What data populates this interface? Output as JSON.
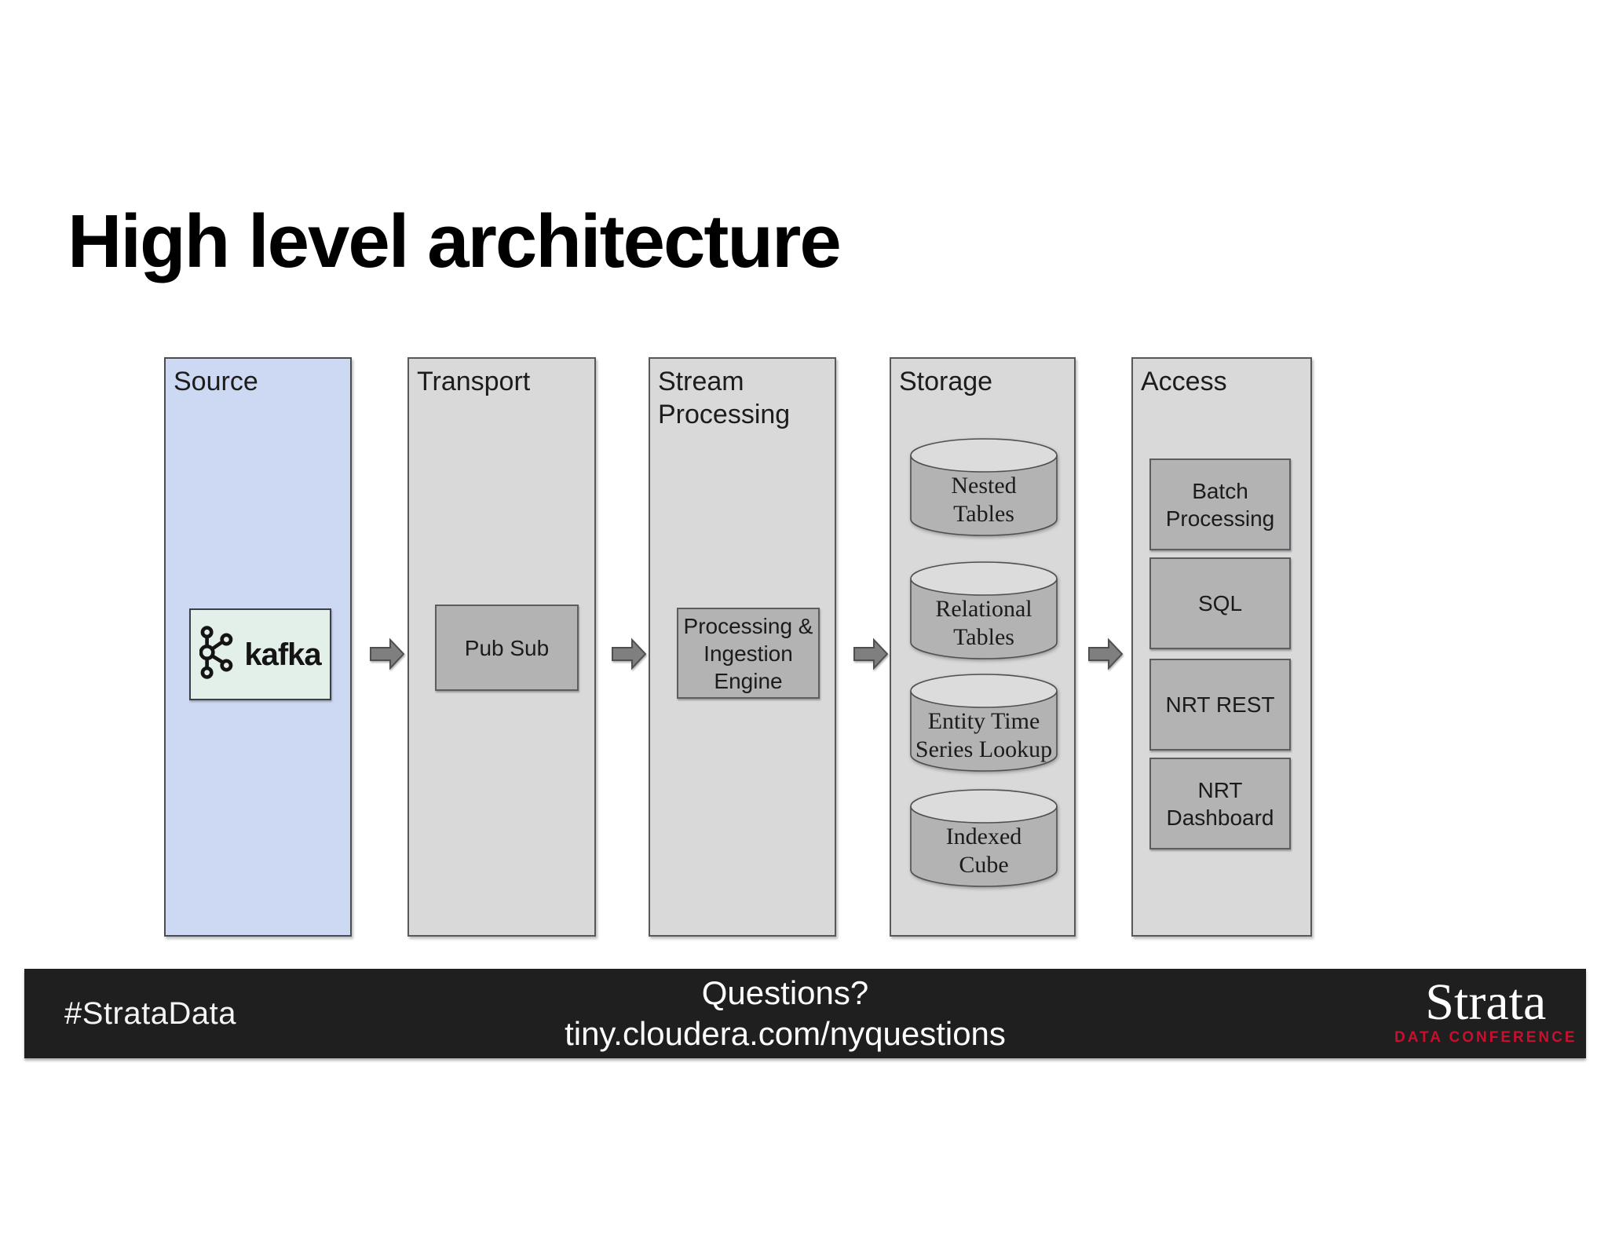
{
  "slide": {
    "title": "High level architecture"
  },
  "columns": [
    {
      "title": "Source",
      "items": [
        {
          "type": "logo-box",
          "label": "kafka"
        }
      ]
    },
    {
      "title": "Transport",
      "items": [
        {
          "type": "box",
          "label": "Pub Sub"
        }
      ]
    },
    {
      "title": "Stream Processing",
      "items": [
        {
          "type": "box",
          "label": "Processing &\nIngestion Engine"
        }
      ]
    },
    {
      "title": "Storage",
      "items": [
        {
          "type": "cylinder",
          "label": "Nested\nTables"
        },
        {
          "type": "cylinder",
          "label": "Relational\nTables"
        },
        {
          "type": "cylinder",
          "label": "Entity Time\nSeries Lookup"
        },
        {
          "type": "cylinder",
          "label": "Indexed\nCube"
        }
      ]
    },
    {
      "title": "Access",
      "items": [
        {
          "type": "box",
          "label": "Batch\nProcessing"
        },
        {
          "type": "box",
          "label": "SQL"
        },
        {
          "type": "box",
          "label": "NRT REST"
        },
        {
          "type": "box",
          "label": "NRT Dashboard"
        }
      ]
    }
  ],
  "icons": {
    "kafka_logo": "kafka-molecule-icon",
    "flow_arrow": "block-arrow-right-icon"
  },
  "footer": {
    "hashtag": "#StrataData",
    "question_line1": "Questions?",
    "question_line2": "tiny.cloudera.com/nyquestions",
    "logo_title": "Strata",
    "logo_subtitle": "DATA CONFERENCE"
  },
  "colors": {
    "source-fill": "#cdd9f2",
    "panel-fill": "#d9d9d9",
    "box-fill": "#b3b3b3",
    "cylinder-top-fill": "#dcdcdc",
    "kafka-box-fill": "#e3efe9",
    "arrow-fill": "#7f7f7f",
    "border-dark": "#4f4f4f",
    "footer-bg": "#1f1f1f",
    "footer-text": "#ffffff",
    "strata-red": "#c8102e"
  }
}
